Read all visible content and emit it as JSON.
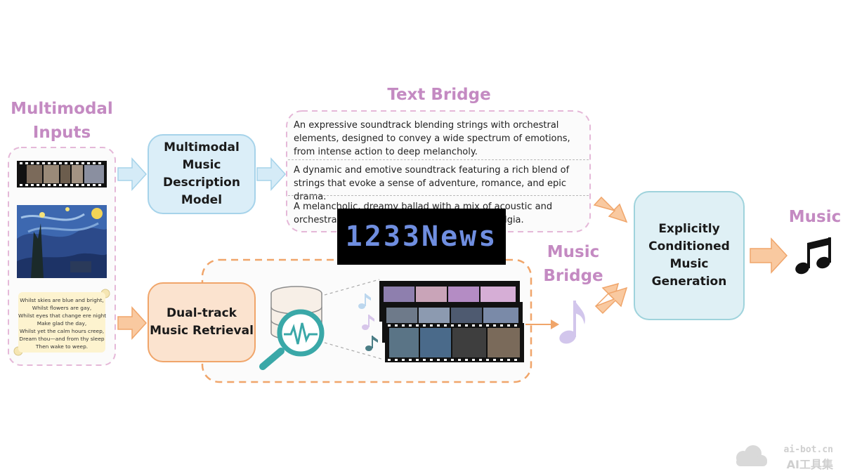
{
  "titles": {
    "multimodal_inputs_line1": "Multimodal",
    "multimodal_inputs_line2": "Inputs",
    "text_bridge": "Text Bridge",
    "music_bridge_line1": "Music",
    "music_bridge_line2": "Bridge",
    "music_output": "Music"
  },
  "boxes": {
    "description_model": "Multimodal\nMusic\nDescription\nModel",
    "retrieval": "Dual-track\nMusic Retrieval",
    "generation": "Explicitly\nConditioned\nMusic\nGeneration"
  },
  "text_bridge": {
    "descriptions": [
      "An expressive soundtrack blending strings with orchestral elements, designed to convey a wide spectrum of emotions, from intense action to deep melancholy.",
      "A dynamic and emotive soundtrack featuring a rich blend of strings that evoke a sense of adventure, romance, and epic drama.",
      "A melancholic, dreamy ballad with a mix of acoustic and orchestral elements, evoking a sense of nostalgia."
    ]
  },
  "poem": {
    "lines": [
      "Whilst skies are blue and bright,",
      "Whilst flowers are gay,",
      "Whilst eyes that change ere night",
      "Make glad the day,",
      "Whilst yet the calm hours creep,",
      "Dream thou—and from thy sleep",
      "Then wake to weep."
    ]
  },
  "overlay": {
    "banner": "1233News"
  },
  "watermark": {
    "line1": "ai-bot.cn",
    "line2": "AI工具集"
  },
  "colors": {
    "title_pink": "#c48ac2",
    "blue_box": "#dbeef8",
    "orange_box": "#fbe3cf",
    "teal_box": "#dff0f5",
    "arrow_blue": "#d5ebf7",
    "arrow_orange": "#f9c9a0",
    "dashed_orange": "#f0a56a",
    "dashed_pink": "#e5b8d8"
  },
  "icons": [
    "film-strip-icon",
    "painting-icon",
    "scroll-icon",
    "database-icon",
    "magnifier-waveform-icon",
    "music-note-icon",
    "double-music-note-icon"
  ]
}
